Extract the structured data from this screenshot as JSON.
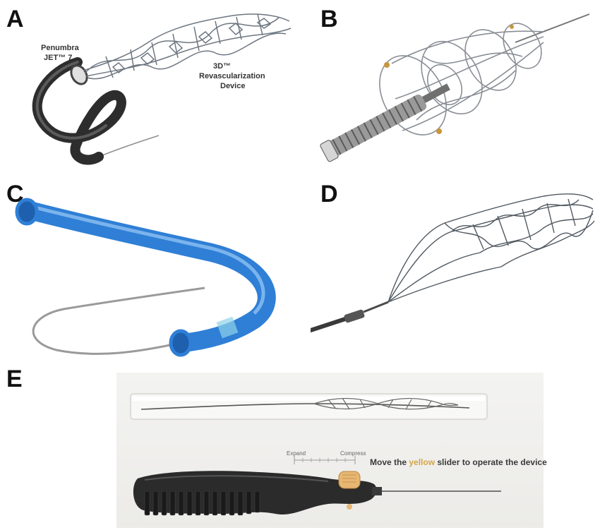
{
  "panels": {
    "a": {
      "letter": "A",
      "label_catheter_line1": "Penumbra",
      "label_catheter_line2": "JET™ 7",
      "label_device_line1": "3D™",
      "label_device_line2": "Revascularization",
      "label_device_line3": "Device"
    },
    "b": {
      "letter": "B"
    },
    "c": {
      "letter": "C"
    },
    "d": {
      "letter": "D"
    },
    "e": {
      "letter": "E",
      "scale_expand": "Expand",
      "scale_compress": "Compress",
      "instruction_prefix": "Move the ",
      "instruction_highlight": "yellow",
      "instruction_suffix": " slider to operate the device"
    }
  },
  "colors": {
    "catheter_blue": "#2f7fd6",
    "catheter_dark": "#2b2b2b",
    "slider_yellow": "#e7b772",
    "highlight_yellow_text": "#d7a547"
  }
}
